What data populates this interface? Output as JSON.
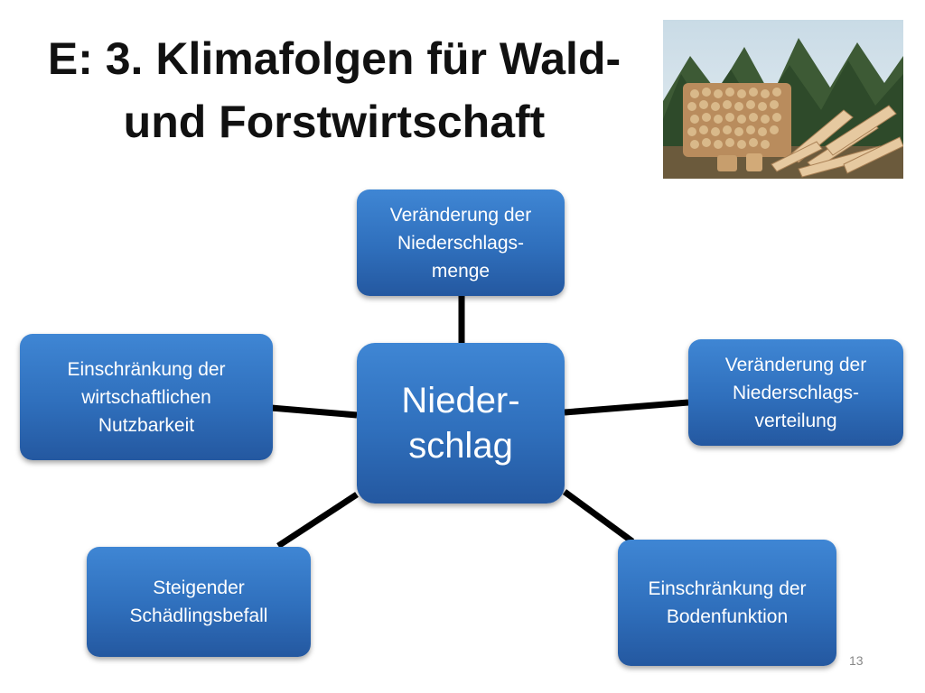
{
  "title": {
    "line1": "E: 3. Klimafolgen für Wald-",
    "line2": "und Forstwirtschaft"
  },
  "image": {
    "subject": "firewood-stack-icon"
  },
  "diagram": {
    "center": {
      "line1": "Nieder-",
      "line2": "schlag"
    },
    "nodes": {
      "top": {
        "lines": [
          "Veränderung der",
          "Niederschlags-",
          "menge"
        ]
      },
      "right": {
        "lines": [
          "Veränderung der",
          "Niederschlags-",
          "verteilung"
        ]
      },
      "bottom_right": {
        "lines": [
          "Einschränkung der",
          "Bodenfunktion"
        ]
      },
      "bottom_left": {
        "lines": [
          "Steigender",
          "Schädlingsbefall"
        ]
      },
      "left": {
        "lines": [
          "Einschränkung der",
          "wirtschaftlichen",
          "Nutzbarkeit"
        ]
      }
    }
  },
  "colors": {
    "box": "#2f6fbc",
    "connector": "#000000"
  },
  "page_number": "13"
}
